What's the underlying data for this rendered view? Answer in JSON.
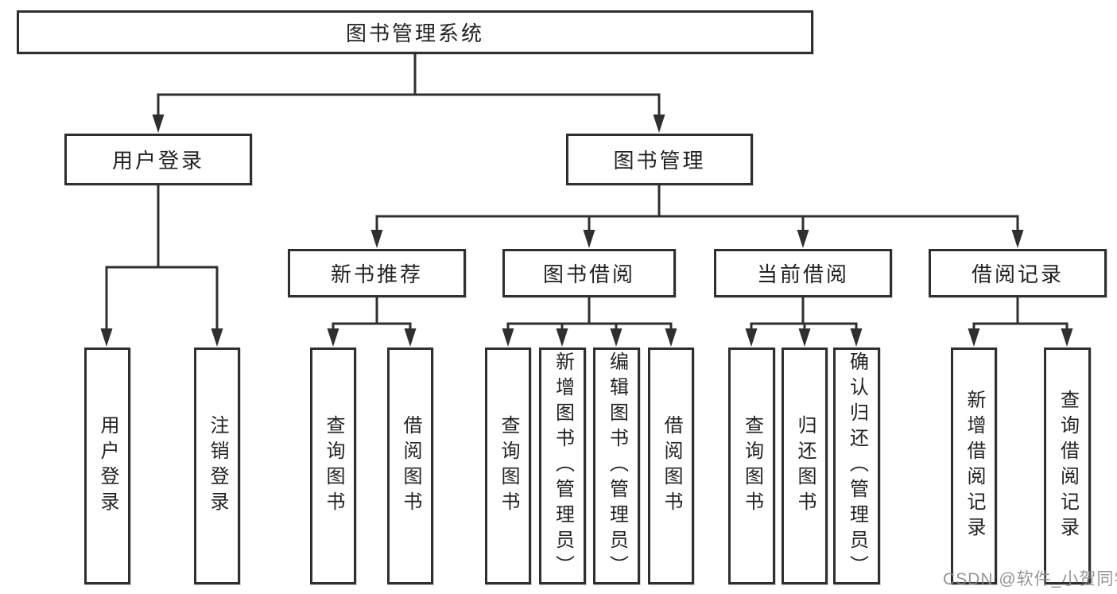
{
  "colors": {
    "background": "#ffffff",
    "box_border": "#2f2f2f",
    "connector_line": "#2f2f2f",
    "text": "#222222",
    "watermark": "#8a8a8a"
  },
  "tree": {
    "root": "图书管理系统",
    "branches": [
      {
        "label": "用户登录",
        "children": [
          "用户登录",
          "注销登录"
        ]
      },
      {
        "label": "图书管理",
        "sections": [
          {
            "label": "新书推荐",
            "children": [
              "查询图书",
              "借阅图书"
            ]
          },
          {
            "label": "图书借阅",
            "children": [
              "查询图书",
              "新增图书（管理员）",
              "编辑图书（管理员）",
              "借阅图书"
            ]
          },
          {
            "label": "当前借阅",
            "children": [
              "查询图书",
              "归还图书",
              "确认归还（管理员）"
            ]
          },
          {
            "label": "借阅记录",
            "children": [
              "新增借阅记录",
              "查询借阅记录"
            ]
          }
        ]
      }
    ]
  },
  "watermark": "CSDN @软件_小贺同学"
}
